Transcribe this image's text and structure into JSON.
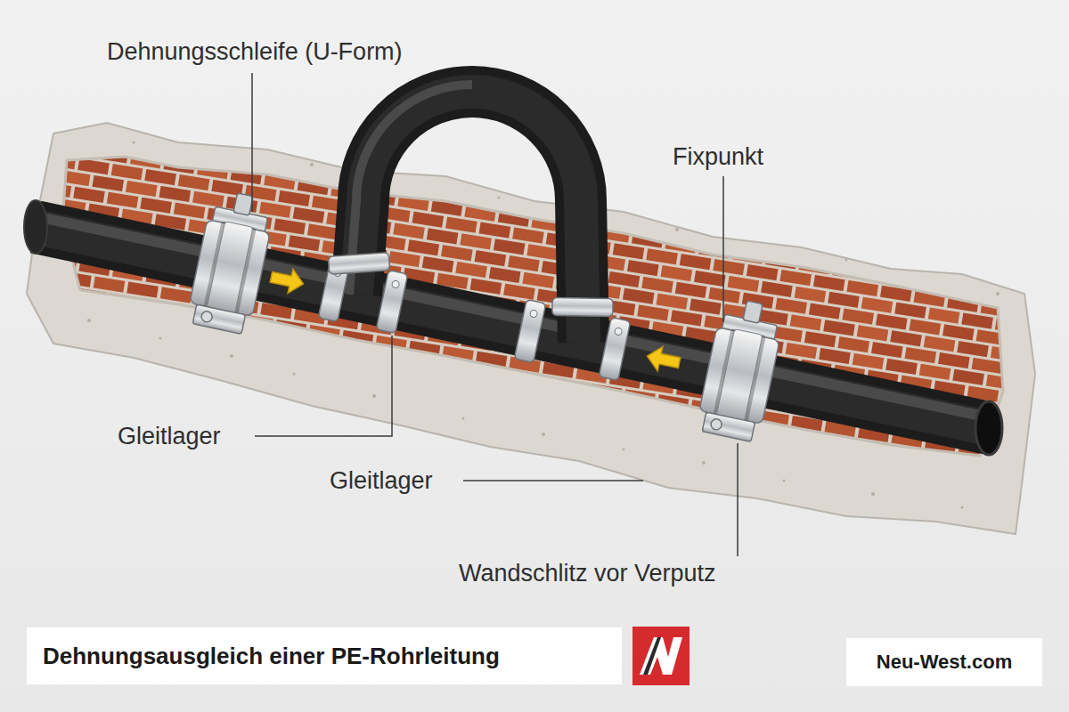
{
  "diagram": {
    "title": "Dehnungsausgleich einer PE-Rohrleitung",
    "nodes": [
      {
        "text": [
          "Neu-West.com"
        ]
      }
    ],
    "labels": [
      "Dehnungsschleife (U-Form)",
      "Fixpunkt",
      "Gleitlager",
      "Gleitlager",
      "Wandschlitz vor Verputz"
    ]
  }
}
